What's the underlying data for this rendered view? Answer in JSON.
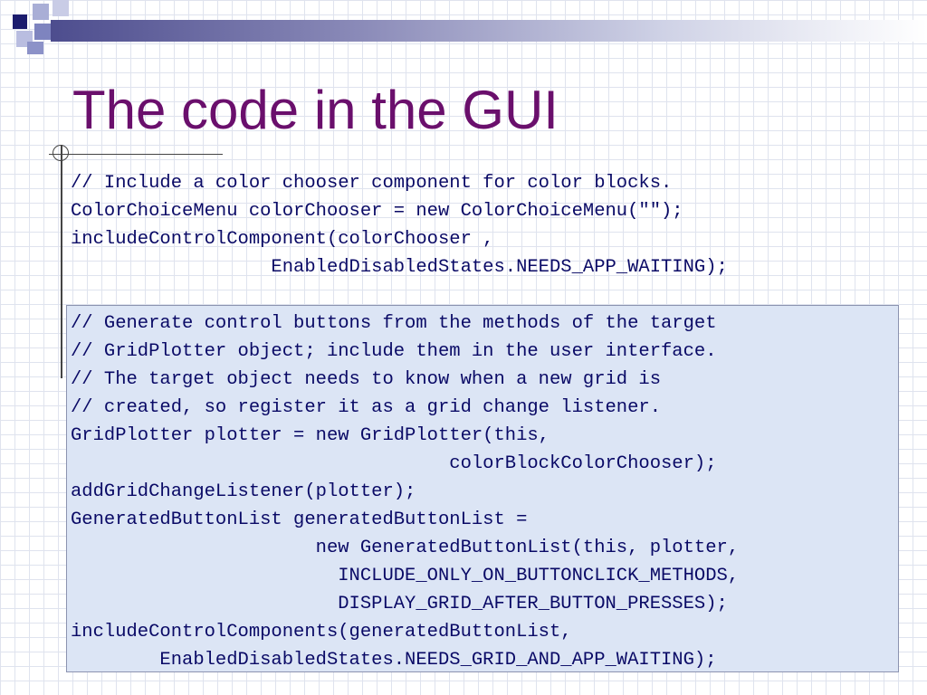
{
  "slide": {
    "title": "The code in the GUI",
    "code_first": [
      "// Include a color chooser component for color blocks.",
      "ColorChoiceMenu colorChooser = new ColorChoiceMenu(\"\");",
      "includeControlComponent(colorChooser ,",
      "                  EnabledDisabledStates.NEEDS_APP_WAITING);"
    ],
    "code_box": [
      "// Generate control buttons from the methods of the target",
      "// GridPlotter object; include them in the user interface.",
      "// The target object needs to know when a new grid is",
      "// created, so register it as a grid change listener.",
      "GridPlotter plotter = new GridPlotter(this,",
      "                                  colorBlockColorChooser);",
      "addGridChangeListener(plotter);",
      "GeneratedButtonList generatedButtonList =",
      "                      new GeneratedButtonList(this, plotter,",
      "                        INCLUDE_ONLY_ON_BUTTONCLICK_METHODS,",
      "                        DISPLAY_GRID_AFTER_BUTTON_PRESSES);",
      "includeControlComponents(generatedButtonList,",
      "        EnabledDisabledStates.NEEDS_GRID_AND_APP_WAITING);"
    ],
    "colors": {
      "title": "#6a0f6c",
      "code_text": "#0a0a66",
      "box_background": "#dce5f5",
      "grid_line": "#dfe3ee"
    }
  }
}
